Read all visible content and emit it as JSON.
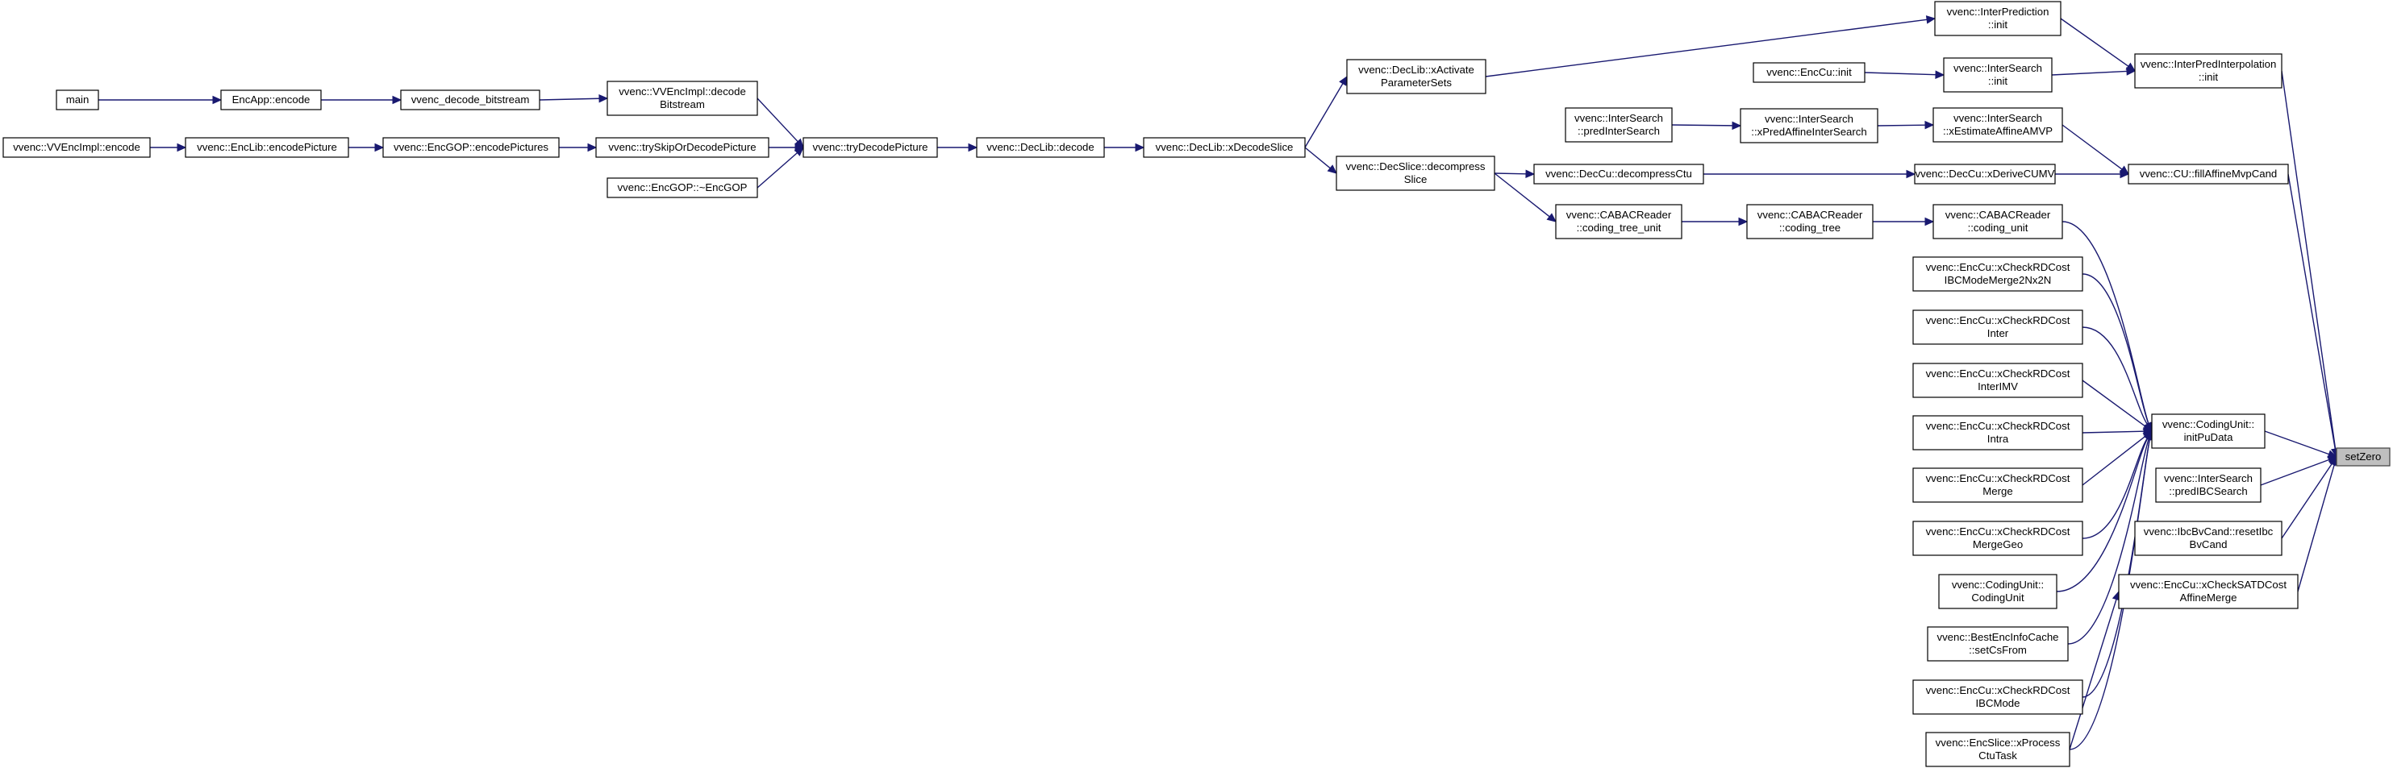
{
  "nodes": [
    {
      "id": "setZero",
      "lines": [
        "setZero"
      ],
      "focus": true
    },
    {
      "id": "initPuData",
      "lines": [
        "vvenc::CodingUnit::",
        "initPuData"
      ]
    },
    {
      "id": "predIBCSearch",
      "lines": [
        "vvenc::InterSearch",
        "::predIBCSearch"
      ]
    },
    {
      "id": "resetIbcBvCand",
      "lines": [
        "vvenc::IbcBvCand::resetIbc",
        "BvCand"
      ]
    },
    {
      "id": "xCheckSATDCostAffineMerge",
      "lines": [
        "vvenc::EncCu::xCheckSATDCost",
        "AffineMerge"
      ]
    },
    {
      "id": "fillAffineMvpCand",
      "lines": [
        "vvenc::CU::fillAffineMvpCand"
      ]
    },
    {
      "id": "interpInit",
      "lines": [
        "vvenc::InterPredInterpolation",
        "::init"
      ]
    },
    {
      "id": "interPredInit",
      "lines": [
        "vvenc::InterPrediction",
        "::init"
      ]
    },
    {
      "id": "interSearchInit",
      "lines": [
        "vvenc::InterSearch",
        "::init"
      ]
    },
    {
      "id": "encCuInit",
      "lines": [
        "vvenc::EncCu::init"
      ]
    },
    {
      "id": "xEstimateAffineAMVP",
      "lines": [
        "vvenc::InterSearch",
        "::xEstimateAffineAMVP"
      ]
    },
    {
      "id": "xPredAffineInterSearch",
      "lines": [
        "vvenc::InterSearch",
        "::xPredAffineInterSearch"
      ]
    },
    {
      "id": "predInterSearch",
      "lines": [
        "vvenc::InterSearch",
        "::predInterSearch"
      ]
    },
    {
      "id": "xDeriveCUMV",
      "lines": [
        "vvenc::DecCu::xDeriveCUMV"
      ]
    },
    {
      "id": "decompressCtu",
      "lines": [
        "vvenc::DecCu::decompressCtu"
      ]
    },
    {
      "id": "decompressSlice",
      "lines": [
        "vvenc::DecSlice::decompress",
        "Slice"
      ]
    },
    {
      "id": "xDecodeSlice",
      "lines": [
        "vvenc::DecLib::xDecodeSlice"
      ]
    },
    {
      "id": "xActivateParameterSets",
      "lines": [
        "vvenc::DecLib::xActivate",
        "ParameterSets"
      ]
    },
    {
      "id": "decLibDecode",
      "lines": [
        "vvenc::DecLib::decode"
      ]
    },
    {
      "id": "tryDecodePicture",
      "lines": [
        "vvenc::tryDecodePicture"
      ]
    },
    {
      "id": "decodeBitstream",
      "lines": [
        "vvenc::VVEncImpl::decode",
        "Bitstream"
      ]
    },
    {
      "id": "trySkipOrDecodePicture",
      "lines": [
        "vvenc::trySkipOrDecodePicture"
      ]
    },
    {
      "id": "encGOPDtor",
      "lines": [
        "vvenc::EncGOP::~EncGOP"
      ]
    },
    {
      "id": "vvencDecodeBitstream",
      "lines": [
        "vvenc_decode_bitstream"
      ]
    },
    {
      "id": "encAppEncode",
      "lines": [
        "EncApp::encode"
      ]
    },
    {
      "id": "main",
      "lines": [
        "main"
      ]
    },
    {
      "id": "encodePictures",
      "lines": [
        "vvenc::EncGOP::encodePictures"
      ]
    },
    {
      "id": "encodePicture",
      "lines": [
        "vvenc::EncLib::encodePicture"
      ]
    },
    {
      "id": "vvencImplEncode",
      "lines": [
        "vvenc::VVEncImpl::encode"
      ]
    },
    {
      "id": "codingUnitCabac",
      "lines": [
        "vvenc::CABACReader",
        "::coding_unit"
      ]
    },
    {
      "id": "codingTree",
      "lines": [
        "vvenc::CABACReader",
        "::coding_tree"
      ]
    },
    {
      "id": "codingTreeUnit",
      "lines": [
        "vvenc::CABACReader",
        "::coding_tree_unit"
      ]
    },
    {
      "id": "xCheckRDCostIBCModeMerge2Nx2N",
      "lines": [
        "vvenc::EncCu::xCheckRDCost",
        "IBCModeMerge2Nx2N"
      ]
    },
    {
      "id": "xCheckRDCostInter",
      "lines": [
        "vvenc::EncCu::xCheckRDCost",
        "Inter"
      ]
    },
    {
      "id": "xCheckRDCostInterIMV",
      "lines": [
        "vvenc::EncCu::xCheckRDCost",
        "InterIMV"
      ]
    },
    {
      "id": "xCheckRDCostIntra",
      "lines": [
        "vvenc::EncCu::xCheckRDCost",
        "Intra"
      ]
    },
    {
      "id": "xCheckRDCostMerge",
      "lines": [
        "vvenc::EncCu::xCheckRDCost",
        "Merge"
      ]
    },
    {
      "id": "xCheckRDCostMergeGeo",
      "lines": [
        "vvenc::EncCu::xCheckRDCost",
        "MergeGeo"
      ]
    },
    {
      "id": "codingUnitCtor",
      "lines": [
        "vvenc::CodingUnit::",
        "CodingUnit"
      ]
    },
    {
      "id": "setCsFrom",
      "lines": [
        "vvenc::BestEncInfoCache",
        "::setCsFrom"
      ]
    },
    {
      "id": "xCheckRDCostIBCMode",
      "lines": [
        "vvenc::EncCu::xCheckRDCost",
        "IBCMode"
      ]
    },
    {
      "id": "xProcessCtuTask",
      "lines": [
        "vvenc::EncSlice::xProcess",
        "CtuTask"
      ]
    }
  ],
  "edges": [
    {
      "from": "initPuData",
      "to": "setZero"
    },
    {
      "from": "predIBCSearch",
      "to": "setZero"
    },
    {
      "from": "resetIbcBvCand",
      "to": "setZero"
    },
    {
      "from": "xCheckSATDCostAffineMerge",
      "to": "setZero"
    },
    {
      "from": "fillAffineMvpCand",
      "to": "setZero"
    },
    {
      "from": "interpInit",
      "to": "setZero"
    },
    {
      "from": "interPredInit",
      "to": "interpInit"
    },
    {
      "from": "interSearchInit",
      "to": "interpInit"
    },
    {
      "from": "encCuInit",
      "to": "interSearchInit"
    },
    {
      "from": "xEstimateAffineAMVP",
      "to": "fillAffineMvpCand"
    },
    {
      "from": "xDeriveCUMV",
      "to": "fillAffineMvpCand"
    },
    {
      "from": "xPredAffineInterSearch",
      "to": "xEstimateAffineAMVP"
    },
    {
      "from": "predInterSearch",
      "to": "xPredAffineInterSearch"
    },
    {
      "from": "decompressCtu",
      "to": "xDeriveCUMV"
    },
    {
      "from": "decompressSlice",
      "to": "decompressCtu"
    },
    {
      "from": "decompressSlice",
      "to": "codingTreeUnit"
    },
    {
      "from": "xDecodeSlice",
      "to": "decompressSlice"
    },
    {
      "from": "xDecodeSlice",
      "to": "xActivateParameterSets"
    },
    {
      "from": "xActivateParameterSets",
      "to": "interPredInit"
    },
    {
      "from": "decLibDecode",
      "to": "xDecodeSlice"
    },
    {
      "from": "tryDecodePicture",
      "to": "decLibDecode"
    },
    {
      "from": "decodeBitstream",
      "to": "tryDecodePicture"
    },
    {
      "from": "trySkipOrDecodePicture",
      "to": "tryDecodePicture"
    },
    {
      "from": "encGOPDtor",
      "to": "tryDecodePicture"
    },
    {
      "from": "vvencDecodeBitstream",
      "to": "decodeBitstream"
    },
    {
      "from": "encAppEncode",
      "to": "vvencDecodeBitstream"
    },
    {
      "from": "main",
      "to": "encAppEncode"
    },
    {
      "from": "encodePictures",
      "to": "trySkipOrDecodePicture"
    },
    {
      "from": "encodePicture",
      "to": "encodePictures"
    },
    {
      "from": "vvencImplEncode",
      "to": "encodePicture"
    },
    {
      "from": "codingTreeUnit",
      "to": "codingTree"
    },
    {
      "from": "codingTree",
      "to": "codingUnitCabac"
    },
    {
      "from": "codingUnitCabac",
      "to": "initPuData"
    },
    {
      "from": "xCheckRDCostIBCModeMerge2Nx2N",
      "to": "initPuData"
    },
    {
      "from": "xCheckRDCostInter",
      "to": "initPuData"
    },
    {
      "from": "xCheckRDCostInterIMV",
      "to": "initPuData"
    },
    {
      "from": "xCheckRDCostIntra",
      "to": "initPuData"
    },
    {
      "from": "xCheckRDCostMerge",
      "to": "initPuData"
    },
    {
      "from": "xCheckRDCostMergeGeo",
      "to": "initPuData"
    },
    {
      "from": "codingUnitCtor",
      "to": "initPuData"
    },
    {
      "from": "setCsFrom",
      "to": "initPuData"
    },
    {
      "from": "xCheckRDCostIBCMode",
      "to": "initPuData"
    },
    {
      "from": "xProcessCtuTask",
      "to": "initPuData"
    },
    {
      "from": "xProcessCtuTask",
      "to": "xCheckSATDCostAffineMerge"
    }
  ],
  "colors": {
    "edge": "#191970",
    "focus_fill": "#bfbfbf",
    "node_border": "#000000",
    "background": "#ffffff"
  }
}
